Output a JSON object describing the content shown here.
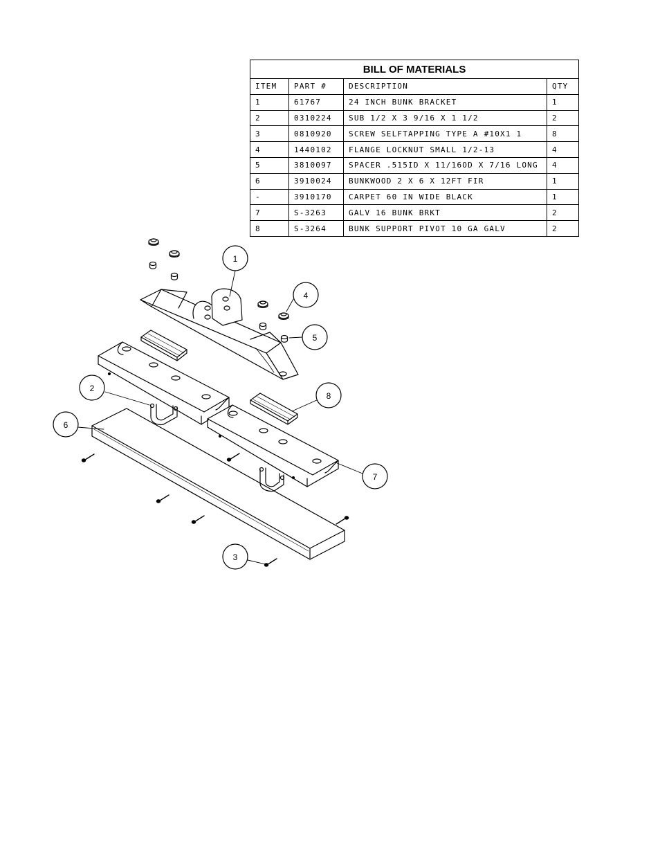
{
  "bom": {
    "title": "BILL OF MATERIALS",
    "columns": [
      "ITEM",
      "PART #",
      "DESCRIPTION",
      "QTY"
    ],
    "rows": [
      {
        "item": "1",
        "part": "61767",
        "description": "24 INCH BUNK BRACKET",
        "qty": "1"
      },
      {
        "item": "2",
        "part": "0310224",
        "description": "SUB 1/2 X 3 9/16 X 1 1/2",
        "qty": "2"
      },
      {
        "item": "3",
        "part": "0810920",
        "description": "SCREW SELFTAPPING TYPE A #10X1 1",
        "qty": "8"
      },
      {
        "item": "4",
        "part": "1440102",
        "description": "FLANGE LOCKNUT SMALL 1/2-13",
        "qty": "4"
      },
      {
        "item": "5",
        "part": "3810097",
        "description": "SPACER  .515ID X 11/16OD X 7/16 LONG",
        "qty": "4"
      },
      {
        "item": "6",
        "part": "3910024",
        "description": "BUNKWOOD  2 X 6 X 12FT FIR",
        "qty": "1"
      },
      {
        "item": "-",
        "part": "3910170",
        "description": "CARPET 60 IN WIDE BLACK",
        "qty": "1"
      },
      {
        "item": "7",
        "part": "S-3263",
        "description": "GALV 16 BUNK BRKT",
        "qty": "2"
      },
      {
        "item": "8",
        "part": "S-3264",
        "description": "BUNK SUPPORT PIVOT  10 GA  GALV",
        "qty": "2"
      }
    ]
  },
  "callouts": [
    "1",
    "2",
    "3",
    "4",
    "5",
    "6",
    "7",
    "8"
  ]
}
